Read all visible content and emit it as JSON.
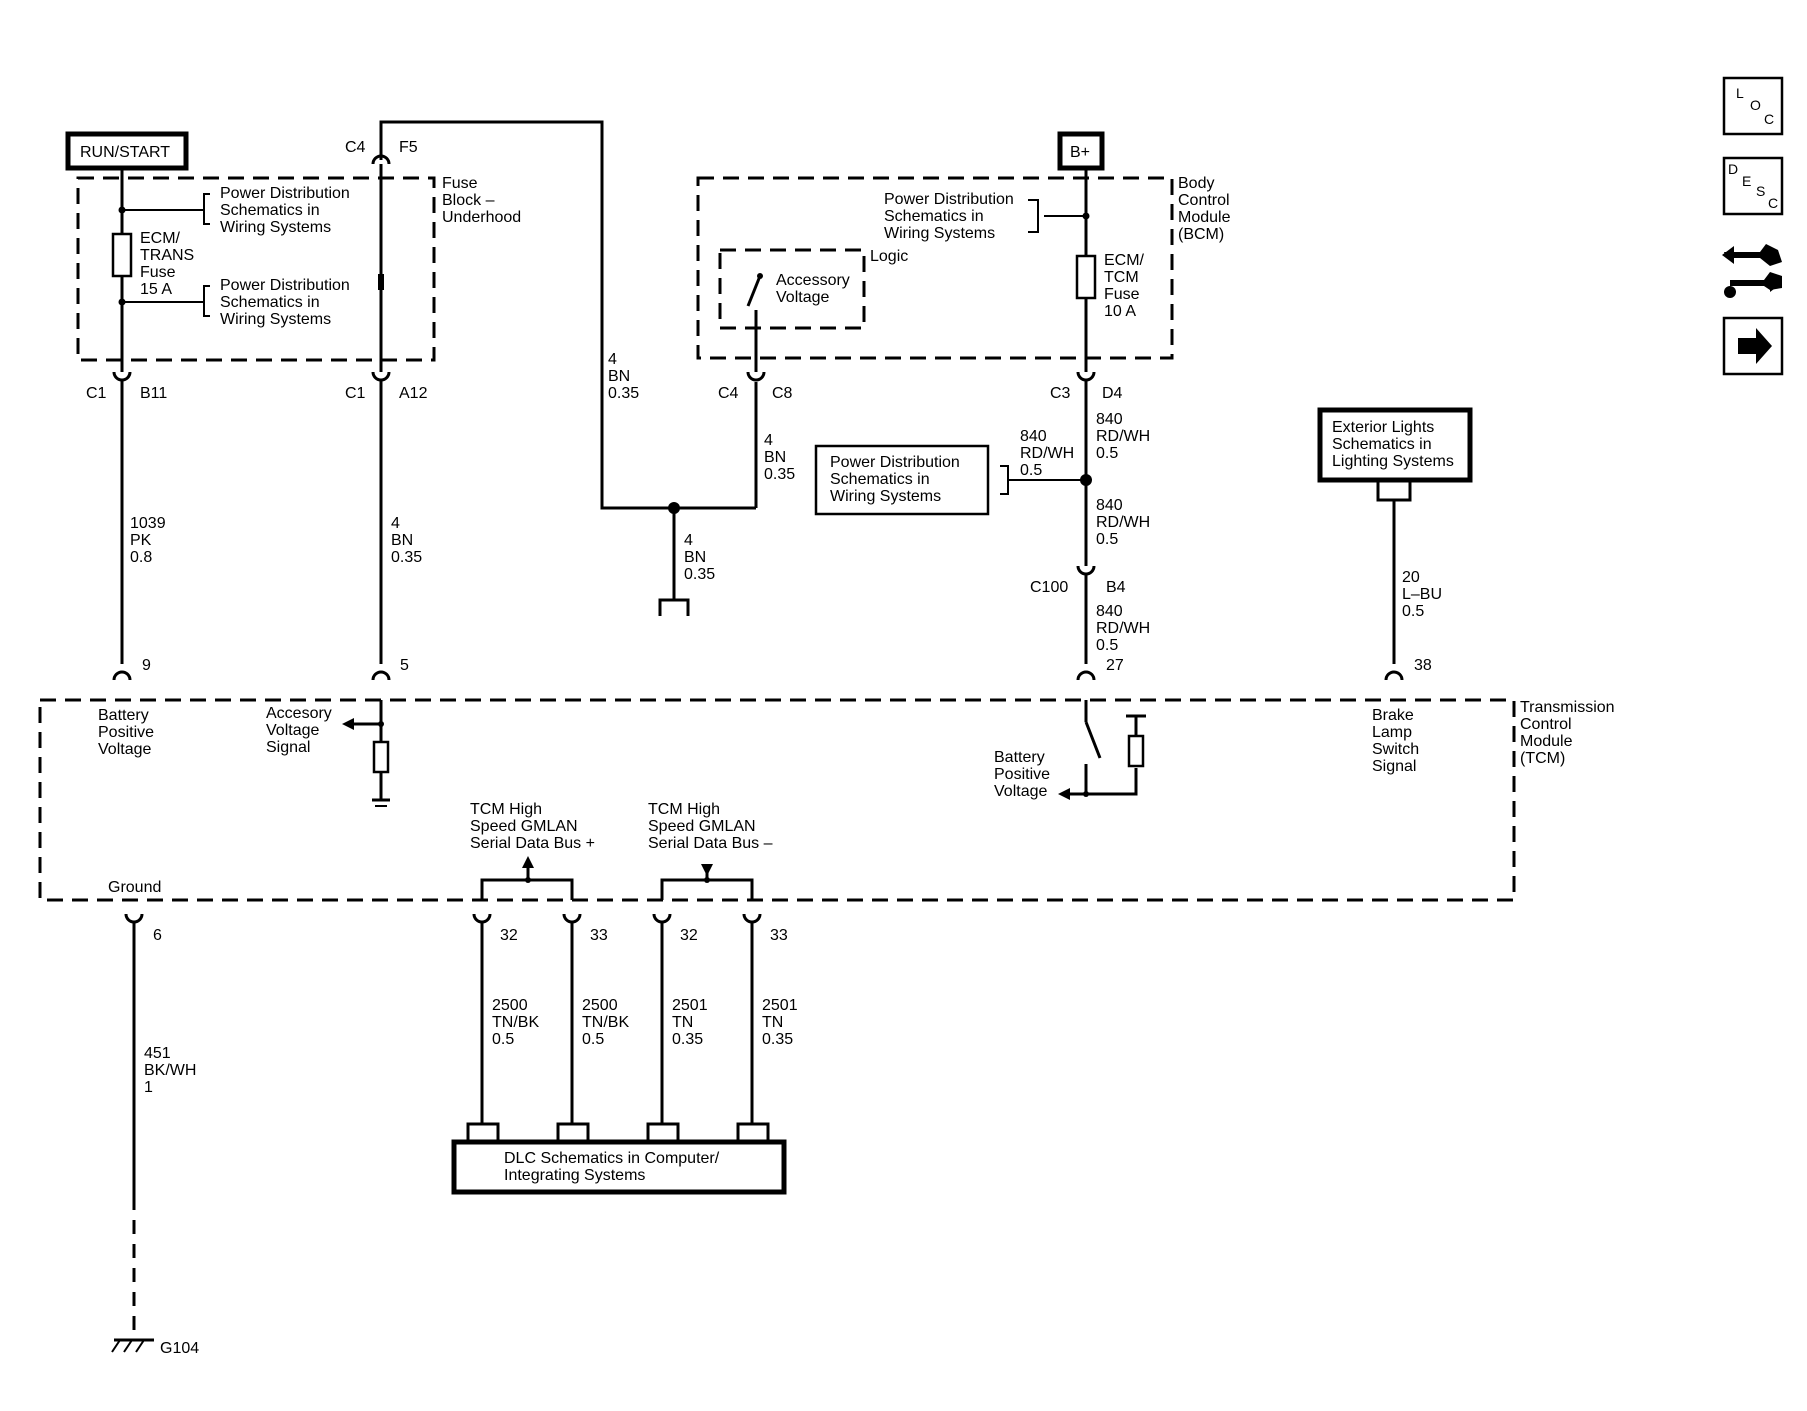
{
  "power": {
    "run_start": "RUN/START",
    "b_plus": "B+"
  },
  "nav": {
    "loc": [
      "L",
      "O",
      "C"
    ],
    "desc": [
      "D",
      "E",
      "S",
      "C"
    ]
  },
  "fuse_block": {
    "name": [
      "Fuse",
      "Block –",
      "Underhood"
    ],
    "ref1": [
      "Power Distribution",
      "Schematics in",
      "Wiring Systems"
    ],
    "ref2": [
      "Power Distribution",
      "Schematics in",
      "Wiring Systems"
    ],
    "fuse": [
      "ECM/",
      "TRANS",
      "Fuse",
      "15 A"
    ],
    "c4": "C4",
    "f5": "F5"
  },
  "bcm": {
    "name": [
      "Body",
      "Control",
      "Module",
      "(BCM)"
    ],
    "ref": [
      "Power Distribution",
      "Schematics in",
      "Wiring Systems"
    ],
    "logic": "Logic",
    "accessory": [
      "Accessory",
      "Voltage"
    ],
    "fuse": [
      "ECM/",
      "TCM",
      "Fuse",
      "10 A"
    ]
  },
  "connectors": {
    "c1_b11": [
      "C1",
      "B11"
    ],
    "c1_a12": [
      "C1",
      "A12"
    ],
    "c4_c8": [
      "C4",
      "C8"
    ],
    "c3_d4": [
      "C3",
      "D4"
    ],
    "c100_b4": [
      "C100",
      "B4"
    ]
  },
  "wires": {
    "w1039": [
      "1039",
      "PK",
      "0.8"
    ],
    "w4_a12": [
      "4",
      "BN",
      "0.35"
    ],
    "w4_top": [
      "4",
      "BN",
      "0.35"
    ],
    "w4_c8": [
      "4",
      "BN",
      "0.35"
    ],
    "w4_splice": [
      "4",
      "BN",
      "0.35"
    ],
    "w840_a": [
      "840",
      "RD/WH",
      "0.5"
    ],
    "w840_left": [
      "840",
      "RD/WH",
      "0.5"
    ],
    "w840_b": [
      "840",
      "RD/WH",
      "0.5"
    ],
    "w840_c": [
      "840",
      "RD/WH",
      "0.5"
    ],
    "w20": [
      "20",
      "L–BU",
      "0.5"
    ],
    "w451": [
      "451",
      "BK/WH",
      "1"
    ],
    "w2500a": [
      "2500",
      "TN/BK",
      "0.5"
    ],
    "w2500b": [
      "2500",
      "TN/BK",
      "0.5"
    ],
    "w2501a": [
      "2501",
      "TN",
      "0.35"
    ],
    "w2501b": [
      "2501",
      "TN",
      "0.35"
    ]
  },
  "refs": {
    "power_dist": [
      "Power Distribution",
      "Schematics in",
      "Wiring Systems"
    ],
    "exterior": [
      "Exterior Lights",
      "Schematics in",
      "Lighting Systems"
    ],
    "dlc": [
      "DLC Schematics in Computer/",
      "Integrating Systems"
    ]
  },
  "tcm": {
    "name": [
      "Transmission",
      "Control",
      "Module",
      "(TCM)"
    ],
    "pins": {
      "p9": "9",
      "p5": "5",
      "p27": "27",
      "p38": "38",
      "p6": "6",
      "p32a": "32",
      "p33a": "33",
      "p32b": "32",
      "p33b": "33"
    },
    "battery_left": [
      "Battery",
      "Positive",
      "Voltage"
    ],
    "accessory": [
      "Accesory",
      "Voltage",
      "Signal"
    ],
    "battery_right": [
      "Battery",
      "Positive",
      "Voltage"
    ],
    "brake": [
      "Brake",
      "Lamp",
      "Switch",
      "Signal"
    ],
    "ground": "Ground",
    "bus_plus": [
      "TCM High",
      "Speed GMLAN",
      "Serial Data Bus +"
    ],
    "bus_minus": [
      "TCM High",
      "Speed GMLAN",
      "Serial Data Bus –"
    ]
  },
  "ground_label": "G104"
}
